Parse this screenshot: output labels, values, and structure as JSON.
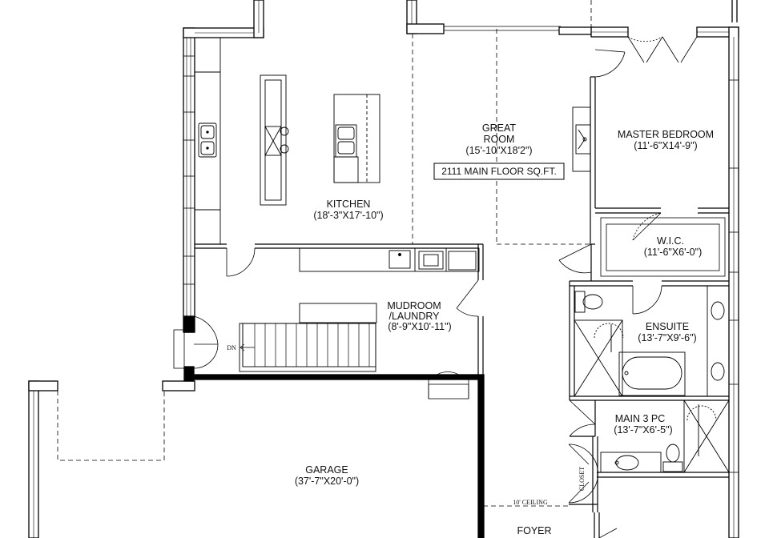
{
  "rooms": {
    "great_room": {
      "line1": "GREAT",
      "line2": "ROOM",
      "dims": "(15'-10\"X18'2\")"
    },
    "kitchen": {
      "name": "KITCHEN",
      "dims": "(18'-3\"X17'-10\")"
    },
    "master_bedroom": {
      "name": "MASTER BEDROOM",
      "dims": "(11'-6\"X14'-9\")"
    },
    "wic": {
      "name": "W.I.C.",
      "dims": "(11'-6\"X6'-0\")"
    },
    "mudroom": {
      "line1": "MUDROOM",
      "line2": "/LAUNDRY",
      "dims": "(8'-9\"X10'-11\")"
    },
    "ensuite": {
      "name": "ENSUITE",
      "dims": "(13'-7\"X9'-6\")"
    },
    "main_bath": {
      "name": "MAIN 3 PC",
      "dims": "(13'-7\"X6'-5\")"
    },
    "garage": {
      "name": "GARAGE",
      "dims": "(37'-7\"X20'-0\")"
    },
    "foyer": {
      "name": "FOYER"
    }
  },
  "annotations": {
    "area": "2111 MAIN FLOOR SQ.FT.",
    "stair_down": "DN",
    "closet": "CLOSET",
    "ceiling": "10' CEILING"
  }
}
